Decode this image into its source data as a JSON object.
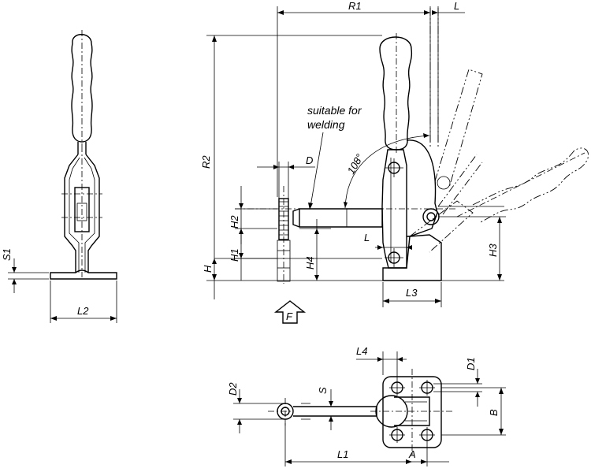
{
  "labels": {
    "r1": "R1",
    "l_top": "L",
    "r2": "R2",
    "d": "D",
    "angle": "108°",
    "h2": "H2",
    "h1": "H1",
    "h": "H",
    "h4": "H4",
    "l_mid": "L",
    "h3": "H3",
    "l3": "L3",
    "f": "F",
    "s1": "S1",
    "l2": "L2",
    "l4": "L4",
    "d1": "D1",
    "d2": "D2",
    "s": "S",
    "b": "B",
    "l1": "L1",
    "a": "A"
  },
  "note": {
    "line1": "suitable for",
    "line2": "welding"
  }
}
